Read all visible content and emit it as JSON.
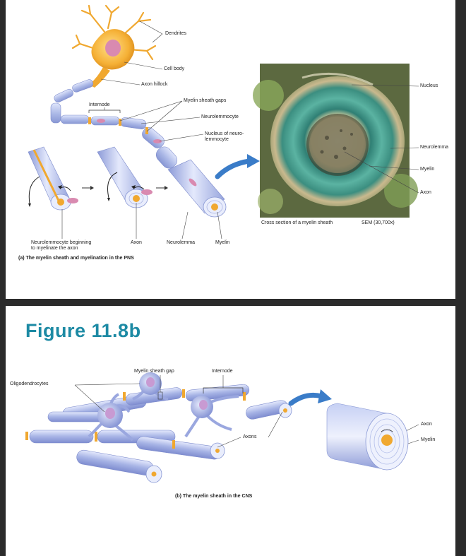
{
  "panel_a": {
    "labels": {
      "dendrites": "Dendrites",
      "cell_body": "Cell body",
      "axon_hillock": "Axon hillock",
      "internode": "Internode",
      "myelin_sheath_gaps": "Myelin sheath gaps",
      "neurolemmocyte": "Neurolemmocyte",
      "nucleus_of_neurolemmocyte_line1": "Nucleus of neuro-",
      "nucleus_of_neurolemmocyte_line2": "lemmocyte",
      "neurolemmocyte_beginning_line1": "Neurolemmocyte beginning",
      "neurolemmocyte_beginning_line2": "to myelinate the axon",
      "axon": "Axon",
      "neurolemma": "Neurolemma",
      "myelin": "Myelin",
      "micro_nucleus": "Nucleus",
      "micro_neurolemma": "Neurolemma",
      "micro_myelin": "Myelin",
      "micro_axon": "Axon",
      "cross_section": "Cross section of a myelin sheath",
      "sem": "SEM (30,700x)"
    },
    "caption": "(a) The myelin sheath and myelination in the PNS"
  },
  "panel_b": {
    "figure_title": "Figure 11.8b",
    "labels": {
      "oligodendrocytes": "Oligodendrocytes",
      "myelin_sheath_gap": "Myelin sheath gap",
      "internode": "Internode",
      "axons": "Axons",
      "axon": "Axon",
      "myelin": "Myelin"
    },
    "caption": "(b) The myelin sheath in the CNS"
  },
  "colors": {
    "axon_orange": "#f0a830",
    "myelin_blue": "#b8c4ec",
    "micrograph_green": "#3e9b8c",
    "title_teal": "#1d8aa4",
    "arrow_blue": "#3a7cc8"
  }
}
